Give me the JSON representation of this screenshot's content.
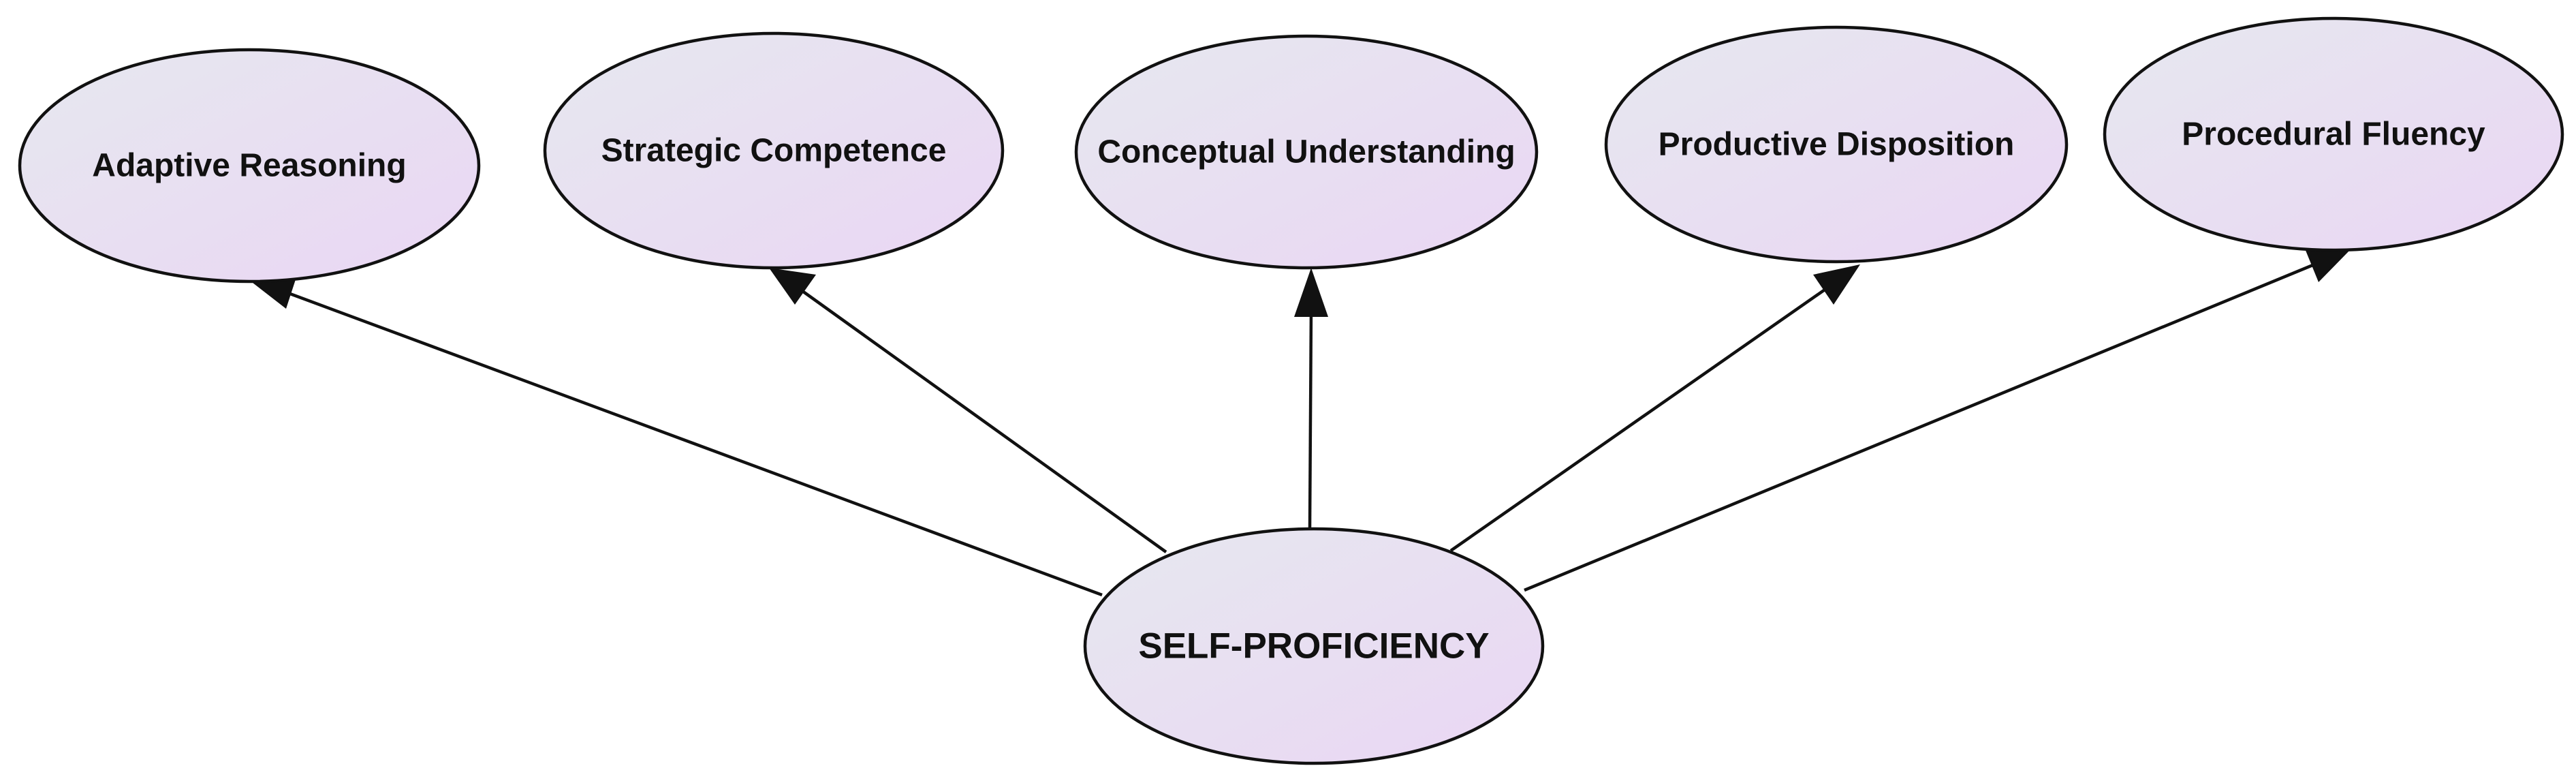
{
  "diagram": {
    "root": {
      "id": "self-proficiency",
      "label": "SELF-PROFICIENCY"
    },
    "children": [
      {
        "id": "adaptive-reasoning",
        "label": "Adaptive Reasoning"
      },
      {
        "id": "strategic-competence",
        "label": "Strategic Competence"
      },
      {
        "id": "conceptual-understanding",
        "label": "Conceptual Understanding"
      },
      {
        "id": "productive-disposition",
        "label": "Productive Disposition"
      },
      {
        "id": "procedural-fluency",
        "label": "Procedural Fluency"
      }
    ],
    "edges": [
      {
        "from": "self-proficiency",
        "to": "adaptive-reasoning"
      },
      {
        "from": "self-proficiency",
        "to": "strategic-competence"
      },
      {
        "from": "self-proficiency",
        "to": "conceptual-understanding"
      },
      {
        "from": "self-proficiency",
        "to": "productive-disposition"
      },
      {
        "from": "self-proficiency",
        "to": "procedural-fluency"
      }
    ],
    "colors": {
      "node_fill_start": "#e6e8ef",
      "node_fill_end": "#ead6f4",
      "stroke": "#111111"
    }
  }
}
